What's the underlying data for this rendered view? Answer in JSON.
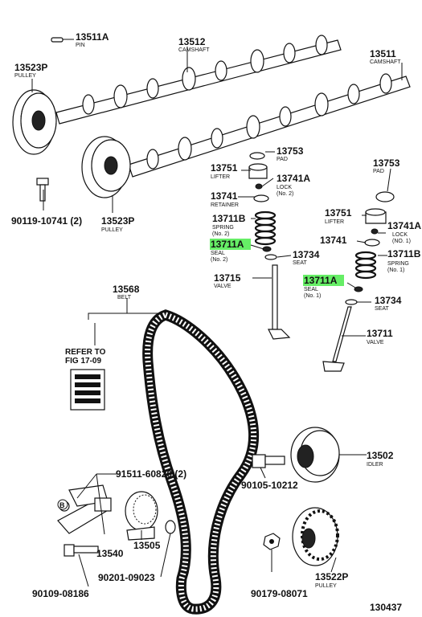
{
  "figure_number": "130437",
  "highlight_color": "#66ee66",
  "labels": [
    {
      "num": "13511A",
      "name": "PIN"
    },
    {
      "num": "13512",
      "name": "CAMSHAFT"
    },
    {
      "num": "13511",
      "name": "CAMSHAFT"
    },
    {
      "num": "13523P",
      "name": "PULLEY"
    },
    {
      "num": "13753",
      "name": "PAD"
    },
    {
      "num": "13751",
      "name": "LIFTER"
    },
    {
      "num": "13741A",
      "name": "LOCK",
      "sub": "(No. 2)"
    },
    {
      "num": "13741",
      "name": "RETAINER"
    },
    {
      "num": "13711B",
      "name": "SPRING",
      "sub": "(No. 2)"
    },
    {
      "num": "13711A",
      "name": "SEAL",
      "sub": "(No. 2)"
    },
    {
      "num": "13734",
      "name": "SEAT"
    },
    {
      "num": "13715",
      "name": "VALVE"
    },
    {
      "num": "13753",
      "name": "PAD"
    },
    {
      "num": "13751",
      "name": "LIFTER"
    },
    {
      "num": "13741A",
      "name": "LOCK",
      "sub": "(NO. 1)"
    },
    {
      "num": "13741"
    },
    {
      "num": "13711B",
      "name": "SPRING",
      "sub": "(No. 1)"
    },
    {
      "num": "13711A",
      "name": "SEAL",
      "sub": "(No. 1)"
    },
    {
      "num": "13734",
      "name": "SEAT"
    },
    {
      "num": "13711",
      "name": "VALVE"
    },
    {
      "num": "13568",
      "name": "BELT"
    },
    {
      "num": "REFER TO",
      "name": "FIG 17-09"
    },
    {
      "num": "90119-10741 (2)"
    },
    {
      "num": "13523P",
      "name": "PULLEY"
    },
    {
      "num": "13502",
      "name": "IDLER"
    },
    {
      "num": "90105-10212"
    },
    {
      "num": "91511-60820 (2)"
    },
    {
      "num": "B"
    },
    {
      "num": "13540"
    },
    {
      "num": "13505"
    },
    {
      "num": "90201-09023"
    },
    {
      "num": "90109-08186"
    },
    {
      "num": "90179-08071"
    },
    {
      "num": "13522P",
      "name": "PULLEY"
    }
  ]
}
